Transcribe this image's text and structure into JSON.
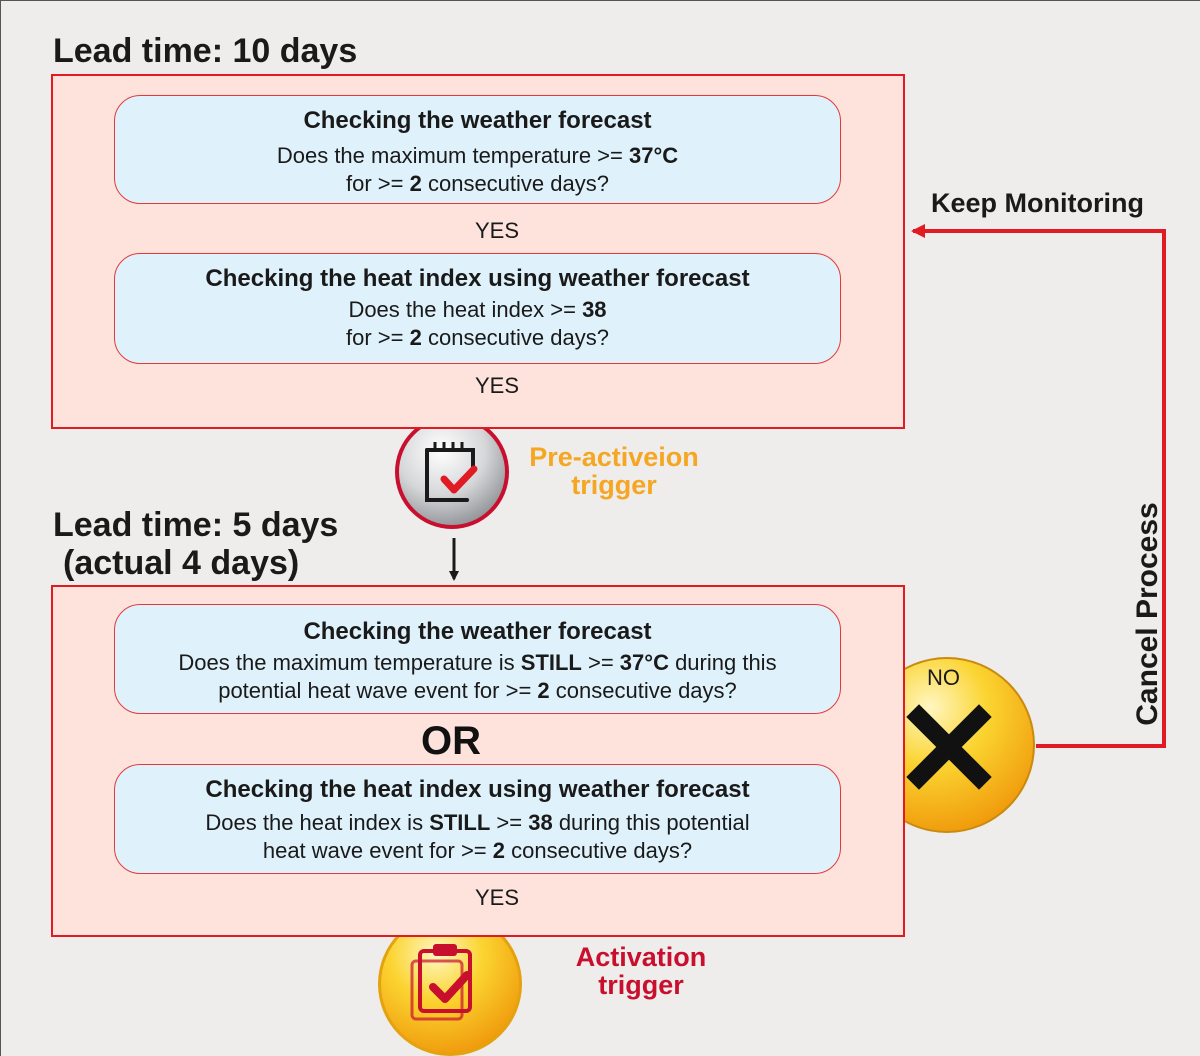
{
  "section1": {
    "heading": "Lead time: 10 days",
    "box1": {
      "title": "Checking the weather forecast",
      "line1_pre": "Does the maximum temperature >= ",
      "line1_bold": "37°C",
      "line2_pre": "for >= ",
      "line2_bold": "2",
      "line2_post": " consecutive days?"
    },
    "yes1": "YES",
    "box2": {
      "title": "Checking the heat index using weather forecast",
      "line1_pre": "Does the heat index >= ",
      "line1_bold": "38",
      "line2_pre": "for >= ",
      "line2_bold": "2",
      "line2_post": " consecutive days?"
    },
    "yes2": "YES"
  },
  "pre_trigger": {
    "label_line1": "Pre-activeion",
    "label_line2": "trigger",
    "color": "#f5a623"
  },
  "section2": {
    "heading_line1": "Lead time: 5 days",
    "heading_line2": "(actual 4 days)",
    "box1": {
      "title": "Checking the weather forecast",
      "l1_a": "Does the maximum temperature is ",
      "l1_b": "STILL",
      "l1_c": " >= ",
      "l1_d": "37°C",
      "l1_e": " during this",
      "l2_a": "potential heat wave event for >= ",
      "l2_b": "2",
      "l2_c": " consecutive days?"
    },
    "or": "OR",
    "box2": {
      "title": "Checking the heat index using weather forecast",
      "l1_a": "Does the heat index is ",
      "l1_b": "STILL",
      "l1_c": " >= ",
      "l1_d": "38",
      "l1_e": " during this potential",
      "l2_a": "heat wave event for >= ",
      "l2_b": "2",
      "l2_c": " consecutive days?"
    },
    "yes": "YES"
  },
  "activation_trigger": {
    "label_line1": "Activation",
    "label_line2": "trigger",
    "color": "#c8102e"
  },
  "no_badge": {
    "label": "NO"
  },
  "keep_monitoring": "Keep Monitoring",
  "cancel_process": "Cancel Process",
  "colors": {
    "accent_red": "#e01b24",
    "section_fill": "#fde3dc",
    "box_fill": "#dff1fb",
    "badge_yellow": "#f7c21b"
  }
}
